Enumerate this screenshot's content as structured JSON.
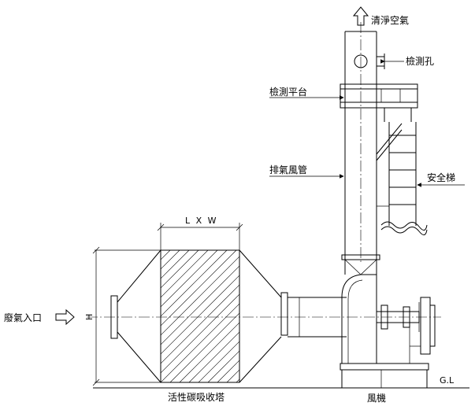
{
  "labels": {
    "clean_air": "清淨空氣",
    "inspection_hole": "檢測孔",
    "inspection_platform": "檢測平台",
    "exhaust_duct": "排氣風管",
    "safety_ladder": "安全梯",
    "dimension_lxw": "L X W",
    "dimension_h": "H",
    "waste_gas_inlet": "廢氣入口",
    "carbon_tower": "活性碳吸收塔",
    "fan": "風機",
    "ground_level": "G.L"
  }
}
